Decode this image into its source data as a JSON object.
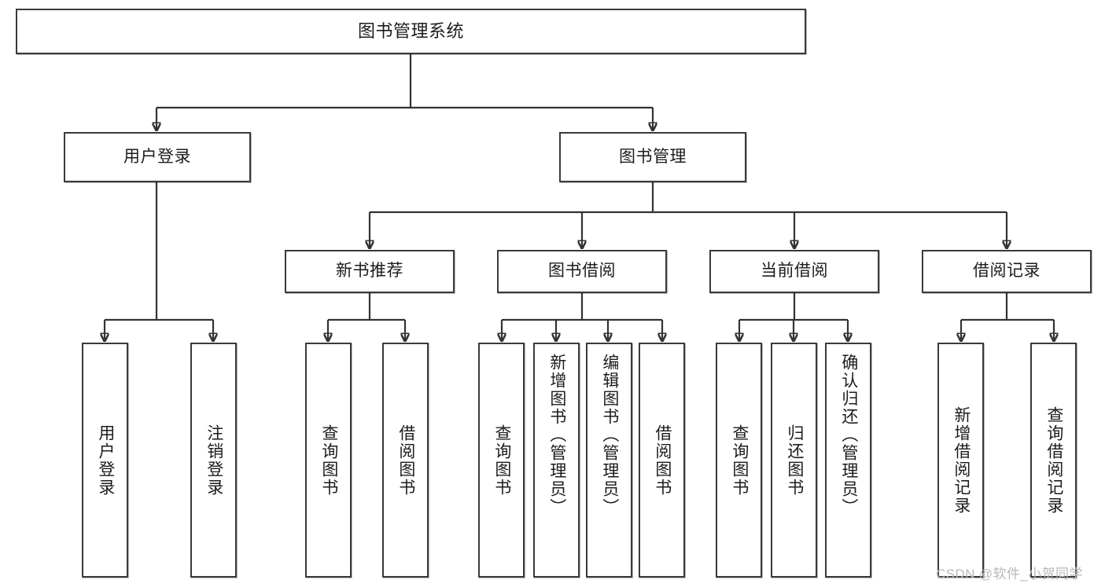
{
  "diagram": {
    "type": "tree",
    "title": "图书管理系统",
    "watermark": "CSDN @软件_小贺同学",
    "colors": {
      "box_border": "#3a3a3a",
      "box_fill": "#ffffff",
      "connector": "#333333",
      "text": "#1c1c1c",
      "watermark": "#b9b9b9"
    },
    "root": {
      "label": "图书管理系统"
    },
    "level2": [
      {
        "label": "用户登录"
      },
      {
        "label": "图书管理"
      }
    ],
    "level3": [
      {
        "label": "新书推荐"
      },
      {
        "label": "图书借阅"
      },
      {
        "label": "当前借阅"
      },
      {
        "label": "借阅记录"
      }
    ],
    "leaves": {
      "user_login": [
        {
          "label": "用户登录"
        },
        {
          "label": "注销登录"
        }
      ],
      "new_book_recommend": [
        {
          "label": "查询图书"
        },
        {
          "label": "借阅图书"
        }
      ],
      "book_borrow": [
        {
          "label": "查询图书"
        },
        {
          "label": "新增图书（管理员）"
        },
        {
          "label": "编辑图书（管理员）"
        },
        {
          "label": "借阅图书"
        }
      ],
      "current_borrow": [
        {
          "label": "查询图书"
        },
        {
          "label": "归还图书"
        },
        {
          "label": "确认归还（管理员）"
        }
      ],
      "borrow_records": [
        {
          "label": "新增借阅记录"
        },
        {
          "label": "查询借阅记录"
        }
      ]
    }
  }
}
